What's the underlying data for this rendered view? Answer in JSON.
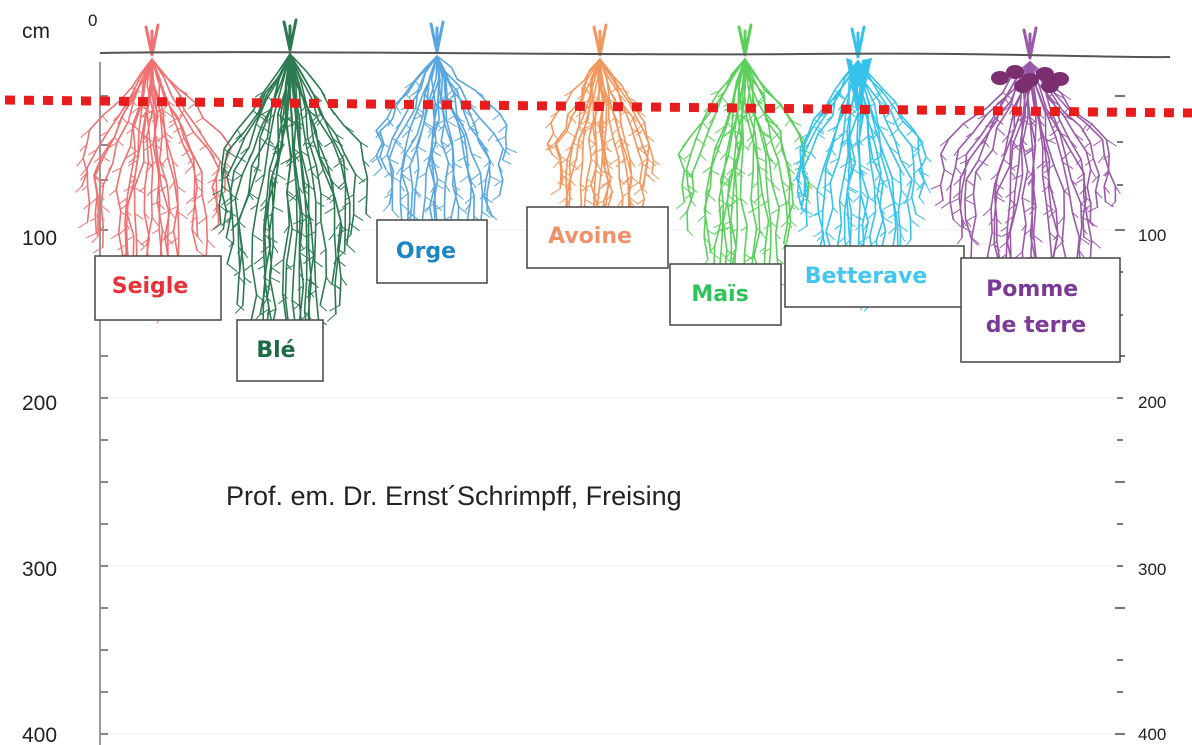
{
  "unit": "cm",
  "axis": {
    "zero_label": "0",
    "left_ticks": [
      "100",
      "200",
      "300",
      "400"
    ],
    "right_ticks": [
      "100",
      "200",
      "300",
      "400"
    ]
  },
  "plants": [
    {
      "name": "Seigle",
      "color": "#e8323a",
      "root_color": "#ef7272"
    },
    {
      "name": "Blé",
      "color": "#1e6b43",
      "root_color": "#2d7a52"
    },
    {
      "name": "Orge",
      "color": "#1b86c4",
      "root_color": "#5aa7df"
    },
    {
      "name": "Avoine",
      "color": "#f0916a",
      "root_color": "#f2985f"
    },
    {
      "name": "Maïs",
      "color": "#2fc25a",
      "root_color": "#5ccf5d"
    },
    {
      "name": "Betterave",
      "color": "#45c6f0",
      "root_color": "#36c2ea"
    },
    {
      "name": "Pomme de terre",
      "color": "#7b3a96",
      "root_color": "#9a5aa8"
    }
  ],
  "credit": "Prof. em. Dr. Ernst´Schrimpff, Freising",
  "colors": {
    "depth_line": "#e81c1c",
    "ground_line": "#555555"
  }
}
